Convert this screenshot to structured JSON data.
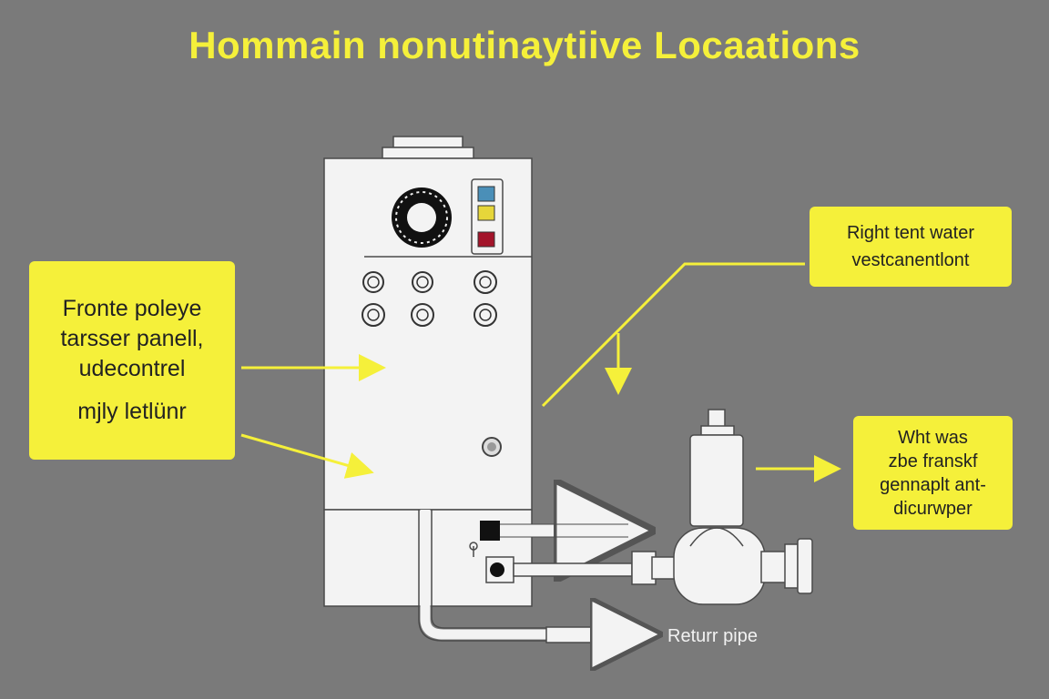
{
  "title": "Hommain nonutinaytiive Locaations",
  "colors": {
    "background": "#7a7a7a",
    "accent_yellow": "#f5f03a",
    "box_fill": "#f3f3f3",
    "line": "#4a4a4a"
  },
  "callouts": {
    "left_panel": [
      "Fronte poleye",
      "tarsser panell,",
      "udecontrel",
      "mjly letlünr"
    ],
    "right_top": [
      "Right tent water",
      "vestcanentlont"
    ],
    "right_bottom": [
      "Wht was",
      "zbe franskf",
      "gennaplt ant-",
      "dicurwper"
    ]
  },
  "labels": {
    "return_pipe": "Returr pipe"
  }
}
